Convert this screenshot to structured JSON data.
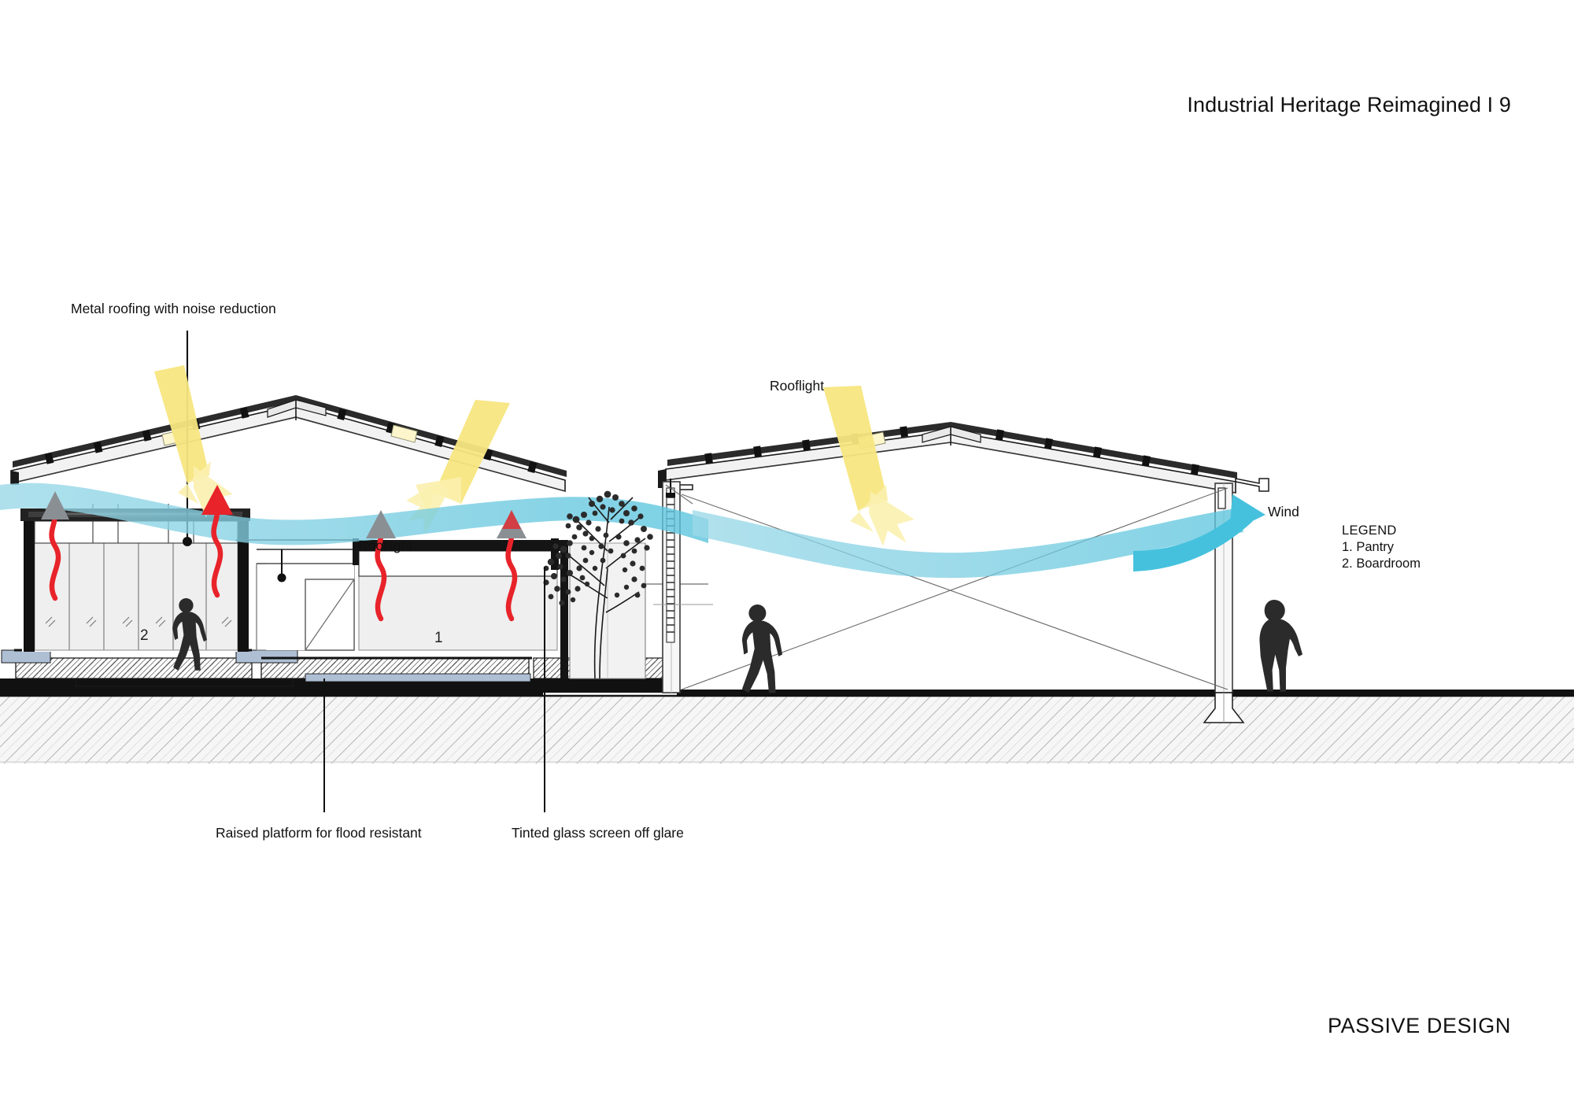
{
  "page": {
    "header": "Industrial Heritage Reimagined I 9",
    "sheet_title": "PASSIVE DESIGN",
    "drawing_type": "architectural section"
  },
  "legend": {
    "heading": "LEGEND",
    "items": [
      {
        "number": "1.",
        "label": "Pantry",
        "text": "1. Pantry"
      },
      {
        "number": "2.",
        "label": "Boardroom",
        "text": "2. Boardroom"
      }
    ]
  },
  "annotations": [
    {
      "id": "metal-roofing",
      "text": "Metal roofing with noise reduction"
    },
    {
      "id": "raised-platform",
      "text": "Raised platform for flood resistant"
    },
    {
      "id": "tinted-glass",
      "text": "Tinted glass screen off glare"
    },
    {
      "id": "rooflight-right",
      "text": "Rooflight"
    },
    {
      "id": "rooflight-left",
      "text": "Rooflight"
    },
    {
      "id": "wind",
      "text": "Wind"
    }
  ],
  "room_tags": [
    {
      "id": "boardroom-tag",
      "number": "2"
    },
    {
      "id": "pantry-tag",
      "number": "1"
    }
  ],
  "colors": {
    "wind_band": "#8ed3e3",
    "wind_arrow": "#45c1dd",
    "sun_ray": "#f7e67f",
    "sun_ray_soft": "#fbf0ae",
    "hot_air_arrow": "#e8232a",
    "arrow_head_grey": "#8a8f94",
    "roof_fill": "#f2f2f2",
    "room_fill": "#efefef",
    "glass_fill": "#eeeeee",
    "ground_fill": "#f4f4f4",
    "floor_blue": "#aebfd4",
    "silhouette": "#2b2b2b",
    "line": "#1a1a1a",
    "thin_line": "#5a5a5a"
  }
}
